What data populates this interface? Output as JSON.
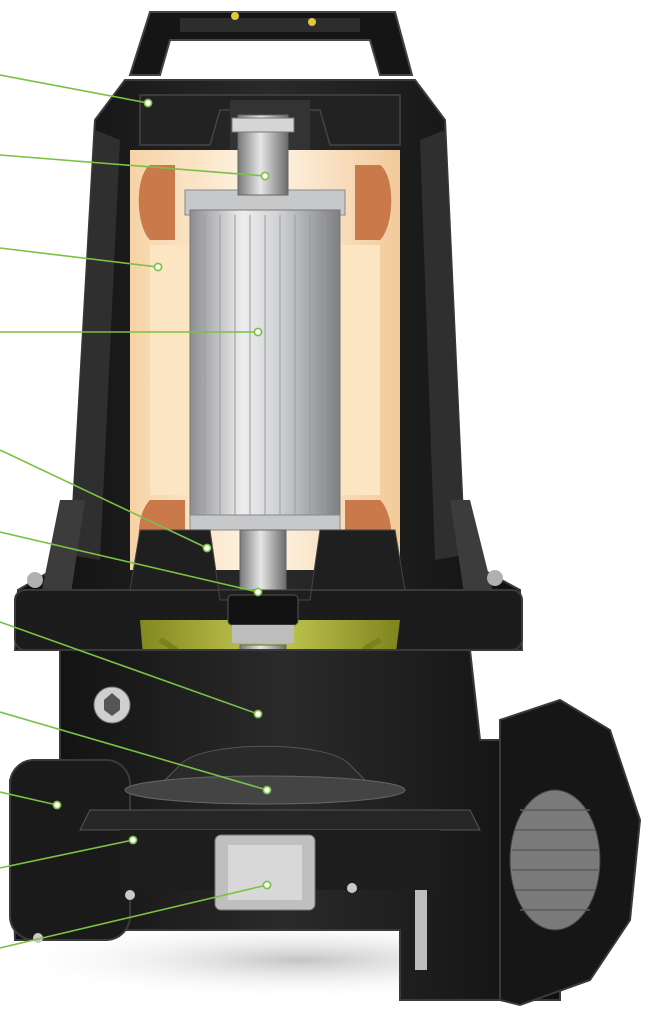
{
  "figure": {
    "subject": "submersible-pump-cutaway",
    "leader_color": "#7ac143",
    "colors": {
      "casing": "#1b1b1b",
      "casing_edge": "#3a3a3a",
      "stator_fill": "#fde9cc",
      "copper": "#c9794a",
      "rotor": "#cfd0d2",
      "oil_chamber": "#c6cc3a",
      "steel": "#9a9a9a",
      "background": "#ffffff"
    }
  },
  "callouts": [
    {
      "id": "handle-casing"
    },
    {
      "id": "shaft-top"
    },
    {
      "id": "stator-winding"
    },
    {
      "id": "rotor"
    },
    {
      "id": "lower-bearing"
    },
    {
      "id": "mechanical-seal-upper"
    },
    {
      "id": "mechanical-seal-lower"
    },
    {
      "id": "impeller"
    },
    {
      "id": "volute-casing"
    },
    {
      "id": "suction-cover"
    },
    {
      "id": "shaft-nut"
    }
  ]
}
